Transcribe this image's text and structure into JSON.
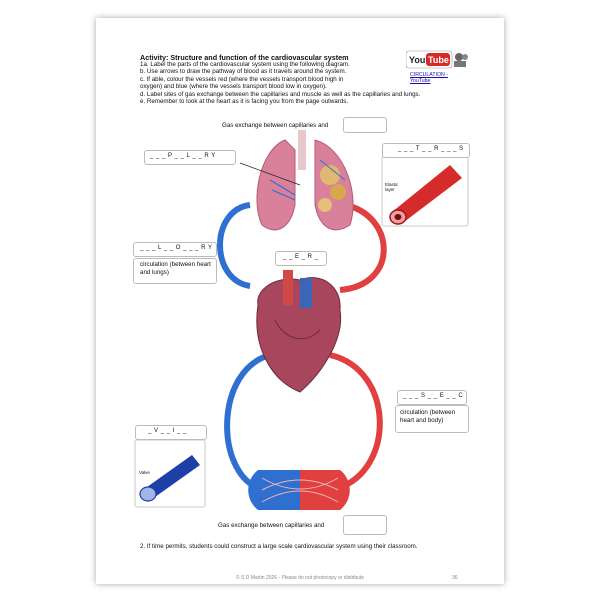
{
  "activity": {
    "title": "Activity: Structure and function of the cardiovascular system",
    "lines": [
      "1a. Label the parts of the cardiovascular system using the following diagram.",
      "b. Use arrows to draw the pathway of blood as it travels around the system.",
      "c. If able, colour the vessels red (where the vessels transport blood high in",
      "oxygen) and blue (where the vessels transport blood low in oxygen).",
      "d. Label sites of gas exchange between the capillaries and muscle as well as the capillaries and lungs.",
      "e. Remember to look at the heart as it is facing you from the page outwards."
    ]
  },
  "youtube": {
    "logo_text": "YouTube",
    "link_text": "CIRCULATION - YouTube"
  },
  "labels": {
    "gas_exchange_top": "Gas exchange between capillaries and",
    "gas_exchange_bottom": "Gas exchange between capillaries and",
    "pulmonary_blank": "_ _ _ P _ _ L _ _ R Y",
    "arteries_blank": "_ _ _ T _ _ R _ _ _ S",
    "elastic_layer": "Elastic layer",
    "pulmonary_circ_blank": "_ _ _ L _ _ O _ _ _ R Y",
    "pulmonary_circ_desc": "circulation (between heart and lungs)",
    "heart_blank": "_ _ E _ R _",
    "systemic_blank": "_ _ _ S _ _ E _ _ C",
    "systemic_desc": "circulation (between heart and body)",
    "veins_blank": "_ V _ _ I _ _",
    "valve": "Valve"
  },
  "question2": "2. If time permits, students could construct a large scale cardiovascular system using their classroom.",
  "footer": "© S D Martin 2026 - Please do not photocopy or distribute",
  "page_number": "36",
  "colors": {
    "oxygenated": "#e0403f",
    "deoxygenated": "#2f6fd0"
  }
}
